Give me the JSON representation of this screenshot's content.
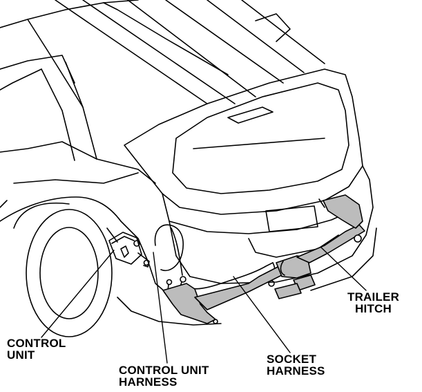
{
  "labels": {
    "control_unit": [
      "CONTROL",
      "UNIT"
    ],
    "control_unit_harness": [
      "CONTROL UNIT",
      "HARNESS"
    ],
    "socket_harness": [
      "SOCKET",
      "HARNESS"
    ],
    "trailer_hitch": [
      "TRAILER",
      "HITCH"
    ]
  },
  "colors": {
    "line": "#000000",
    "hitch_fill": "#bcbcbc",
    "background": "#ffffff"
  }
}
